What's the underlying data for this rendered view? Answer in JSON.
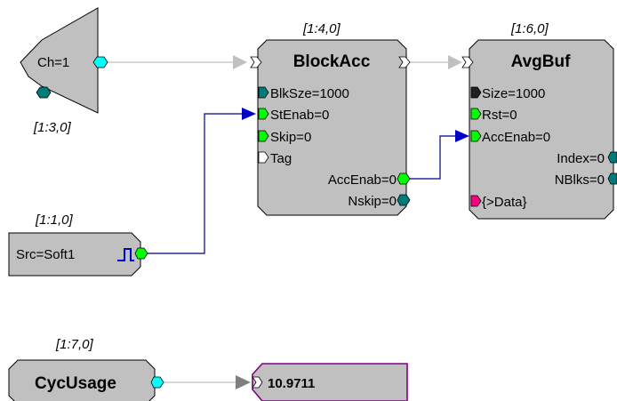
{
  "colors": {
    "block_fill": "#c0c0c0",
    "block_stroke": "#000000",
    "wire_gray": "#c0c0c0",
    "wire_blue": "#000080",
    "arrow_blue": "#0000c8",
    "port_green": "#00ff00",
    "port_cyan": "#00ffff",
    "port_teal": "#007b7b",
    "port_black": "#202020",
    "port_magenta": "#ff0080",
    "port_white": "#ffffff",
    "display_border": "#800080"
  },
  "blocks": {
    "channel": {
      "label": "Ch=1",
      "coord": "[1:3,0]"
    },
    "block_acc": {
      "coord": "[1:4,0]",
      "title": "BlockAcc",
      "inputs": [
        "BlkSze=1000",
        "StEnab=0",
        "Skip=0",
        "Tag"
      ],
      "outputs": [
        "AccEnab=0",
        "Nskip=0"
      ]
    },
    "avg_buf": {
      "coord": "[1:6,0]",
      "title": "AvgBuf",
      "inputs": [
        "Size=1000",
        "Rst=0",
        "AccEnab=0"
      ],
      "outputs": [
        "Index=0",
        "NBlks=0"
      ],
      "data_port": "{>Data}"
    },
    "trigger": {
      "coord": "[1:1,0]",
      "label": "Src=Soft1",
      "icon": "pulse-edge-icon"
    },
    "cyc_usage": {
      "coord": "[1:7,0]",
      "title": "CycUsage"
    },
    "display": {
      "value": "10.9711"
    }
  }
}
